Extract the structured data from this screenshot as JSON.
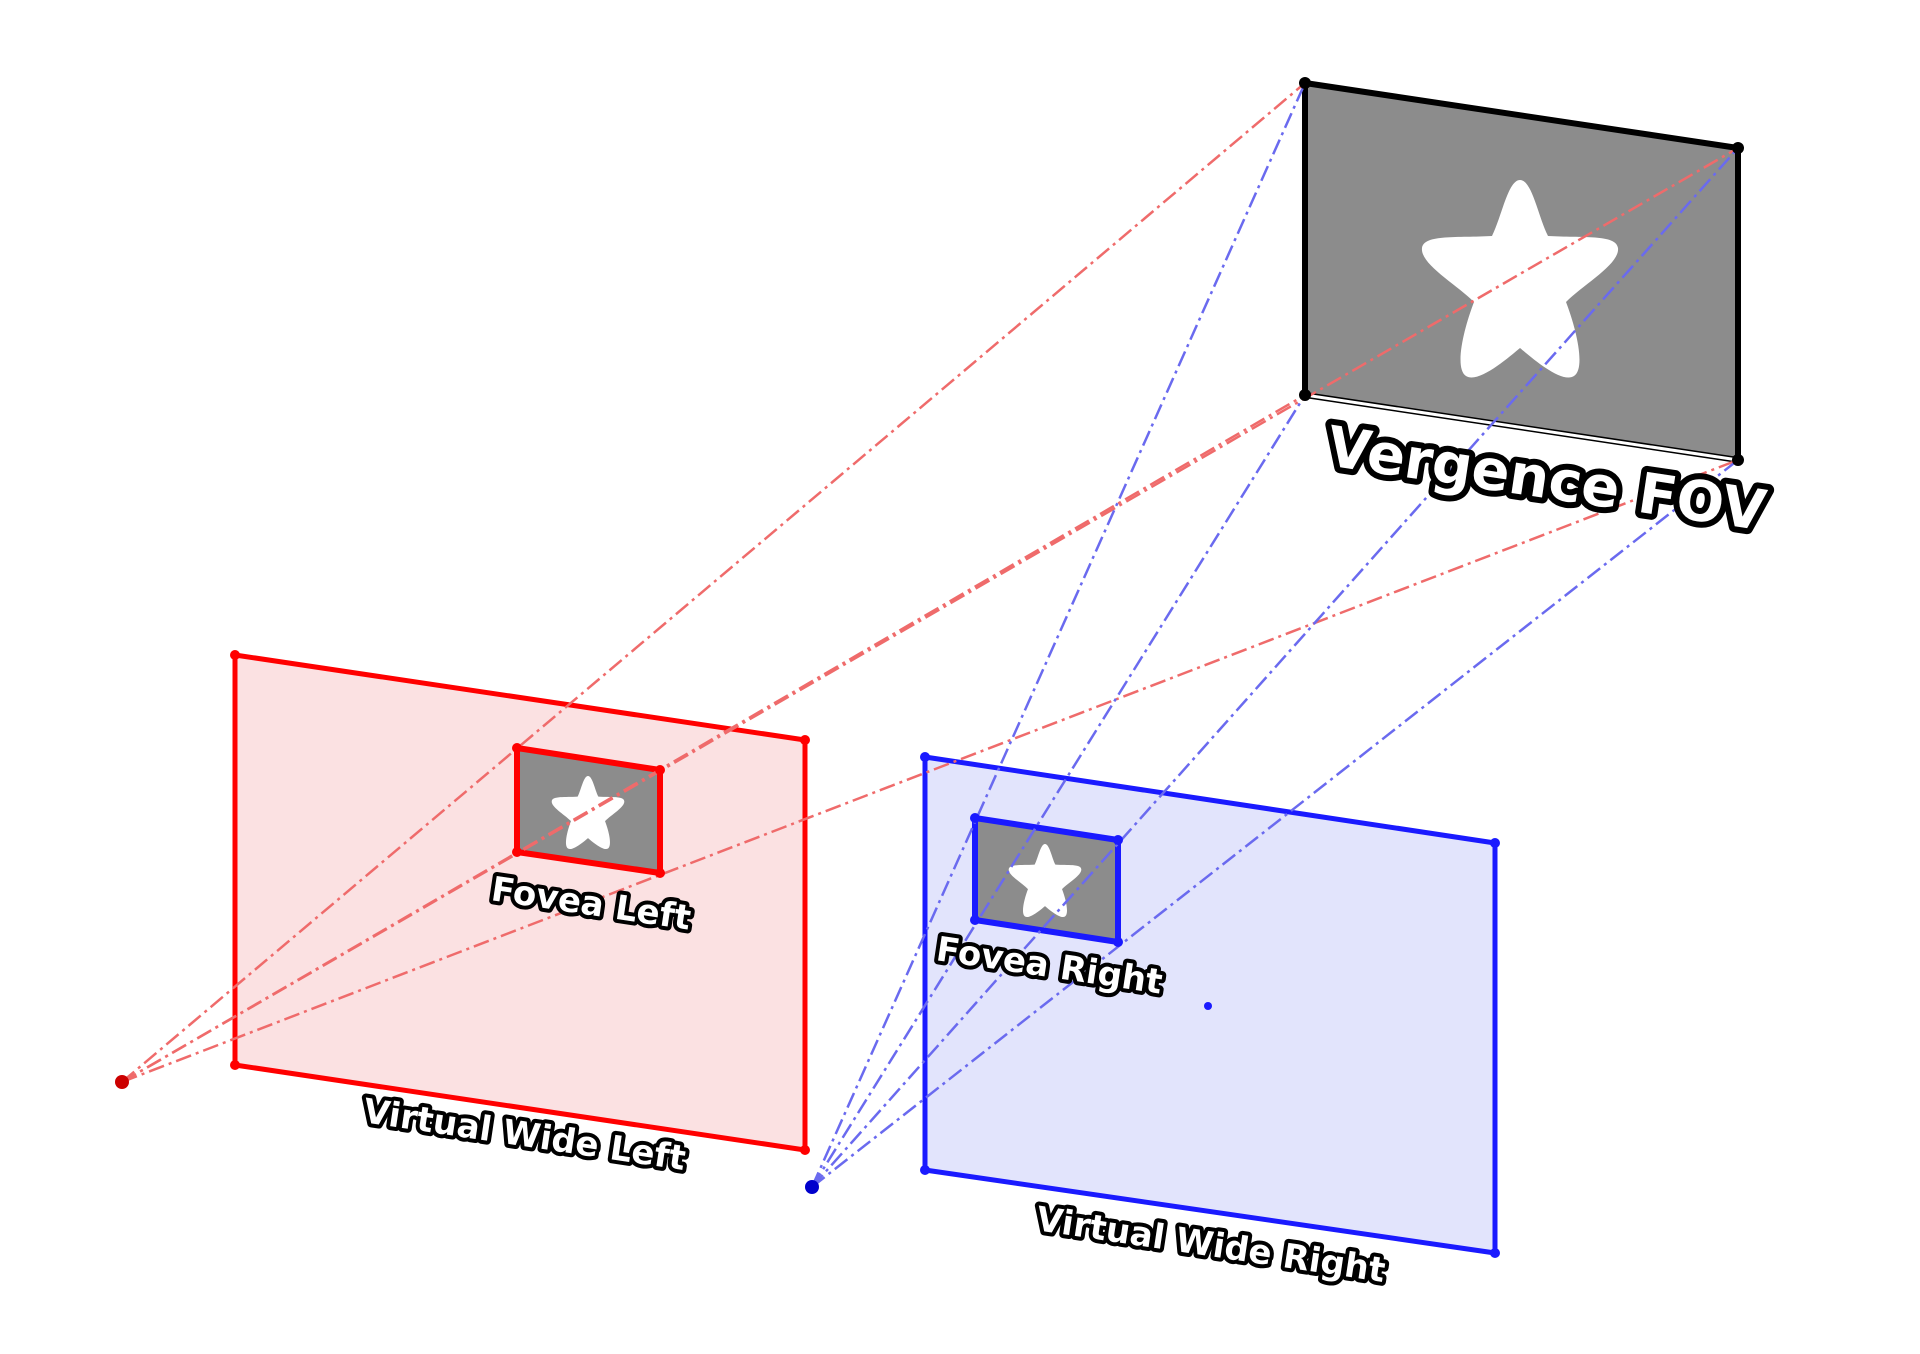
{
  "labels": {
    "vergence_fov": "Vergence FOV",
    "fovea_left": "Fovea Left",
    "fovea_right": "Fovea Right",
    "virtual_wide_left": "Virtual Wide Left",
    "virtual_wide_right": "Virtual Wide Right"
  },
  "colors": {
    "left_eye": "#ff0000",
    "left_fill": "#fbe1e2",
    "left_ray": "#ef6b6b",
    "right_eye": "#1a1aff",
    "right_fill": "#e2e4fc",
    "right_ray": "#6a6aef",
    "screen_fill": "#8c8c8c",
    "star": "#ffffff",
    "outline": "#000000"
  },
  "icons": {
    "vergence_content": "star-icon",
    "fovea_left_content": "star-icon",
    "fovea_right_content": "star-icon"
  }
}
